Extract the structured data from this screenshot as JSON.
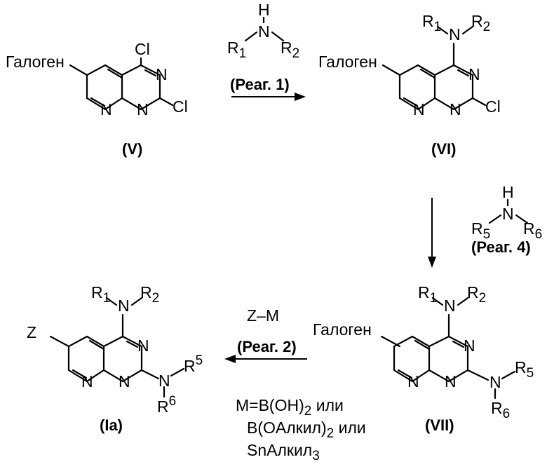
{
  "compounds": {
    "V": {
      "label": "(V)",
      "halogen": "Галоген",
      "cl_top": "Cl",
      "cl_right": "Cl"
    },
    "VI": {
      "label": "(VI)",
      "halogen": "Галоген",
      "cl_right": "Cl",
      "r1": "R",
      "r1_sub": "1",
      "r2": "R",
      "r2_sub": "2"
    },
    "VII": {
      "label": "(VII)",
      "halogen": "Галоген",
      "r1": "R",
      "r1_sub": "1",
      "r2": "R",
      "r2_sub": "2",
      "r5": "R",
      "r5_sub": "5",
      "r6": "R",
      "r6_sub": "6"
    },
    "Ia": {
      "label": "(Ia)",
      "z": "Z",
      "r1": "R",
      "r1_sub": "1",
      "r2": "R",
      "r2_sub": "2",
      "r5": "R",
      "r5_sup": "5",
      "r6": "R",
      "r6_sup": "6"
    }
  },
  "atoms": {
    "n": "N",
    "h": "H"
  },
  "reagents": {
    "reag1": {
      "label": "(Реаг. 1)",
      "r1": "R",
      "r1_sub": "1",
      "r2": "R",
      "r2_sub": "2"
    },
    "reag4": {
      "label": "(Реаг. 4)",
      "r5": "R",
      "r5_sub": "5",
      "r6": "R",
      "r6_sub": "6"
    },
    "reag2": {
      "label": "(Реаг. 2)",
      "zm": "Z–M"
    }
  },
  "conditions": {
    "line1_a": "M=B(OH)",
    "line1_sub": "2",
    "line1_b": " или",
    "line2_a": "B(OАлкил)",
    "line2_sub": "2",
    "line2_b": " или",
    "line3_a": "SnАлкил",
    "line3_sub": "3"
  }
}
